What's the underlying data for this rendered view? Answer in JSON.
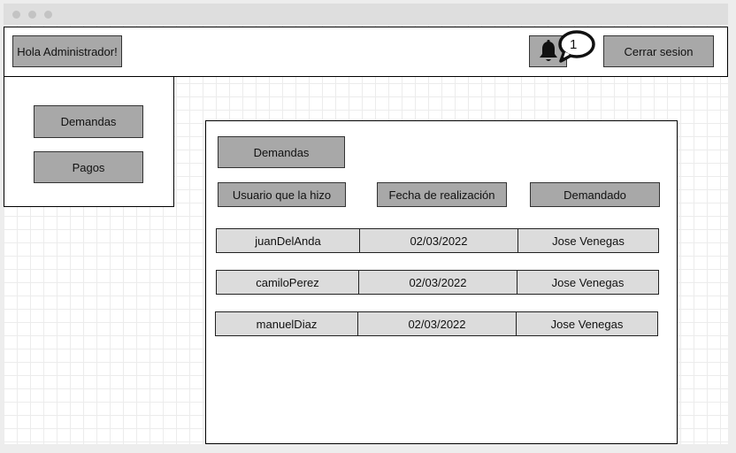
{
  "header": {
    "greeting": "Hola Administrador!",
    "notification_count": "1",
    "logout_label": "Cerrar sesion"
  },
  "sidebar": {
    "items": [
      {
        "label": "Demandas"
      },
      {
        "label": "Pagos"
      }
    ]
  },
  "main": {
    "title_button": "Demandas",
    "columns": [
      "Usuario que la hizo",
      "Fecha de realización",
      "Demandado"
    ],
    "rows": [
      [
        "juanDelAnda",
        "02/03/2022",
        "Jose Venegas"
      ],
      [
        "camiloPerez",
        "02/03/2022",
        "Jose Venegas"
      ],
      [
        "manuelDiaz",
        "02/03/2022",
        "Jose Venegas"
      ]
    ]
  },
  "icons": {
    "bell": "bell-icon",
    "badge": "speech-bubble-icon"
  }
}
